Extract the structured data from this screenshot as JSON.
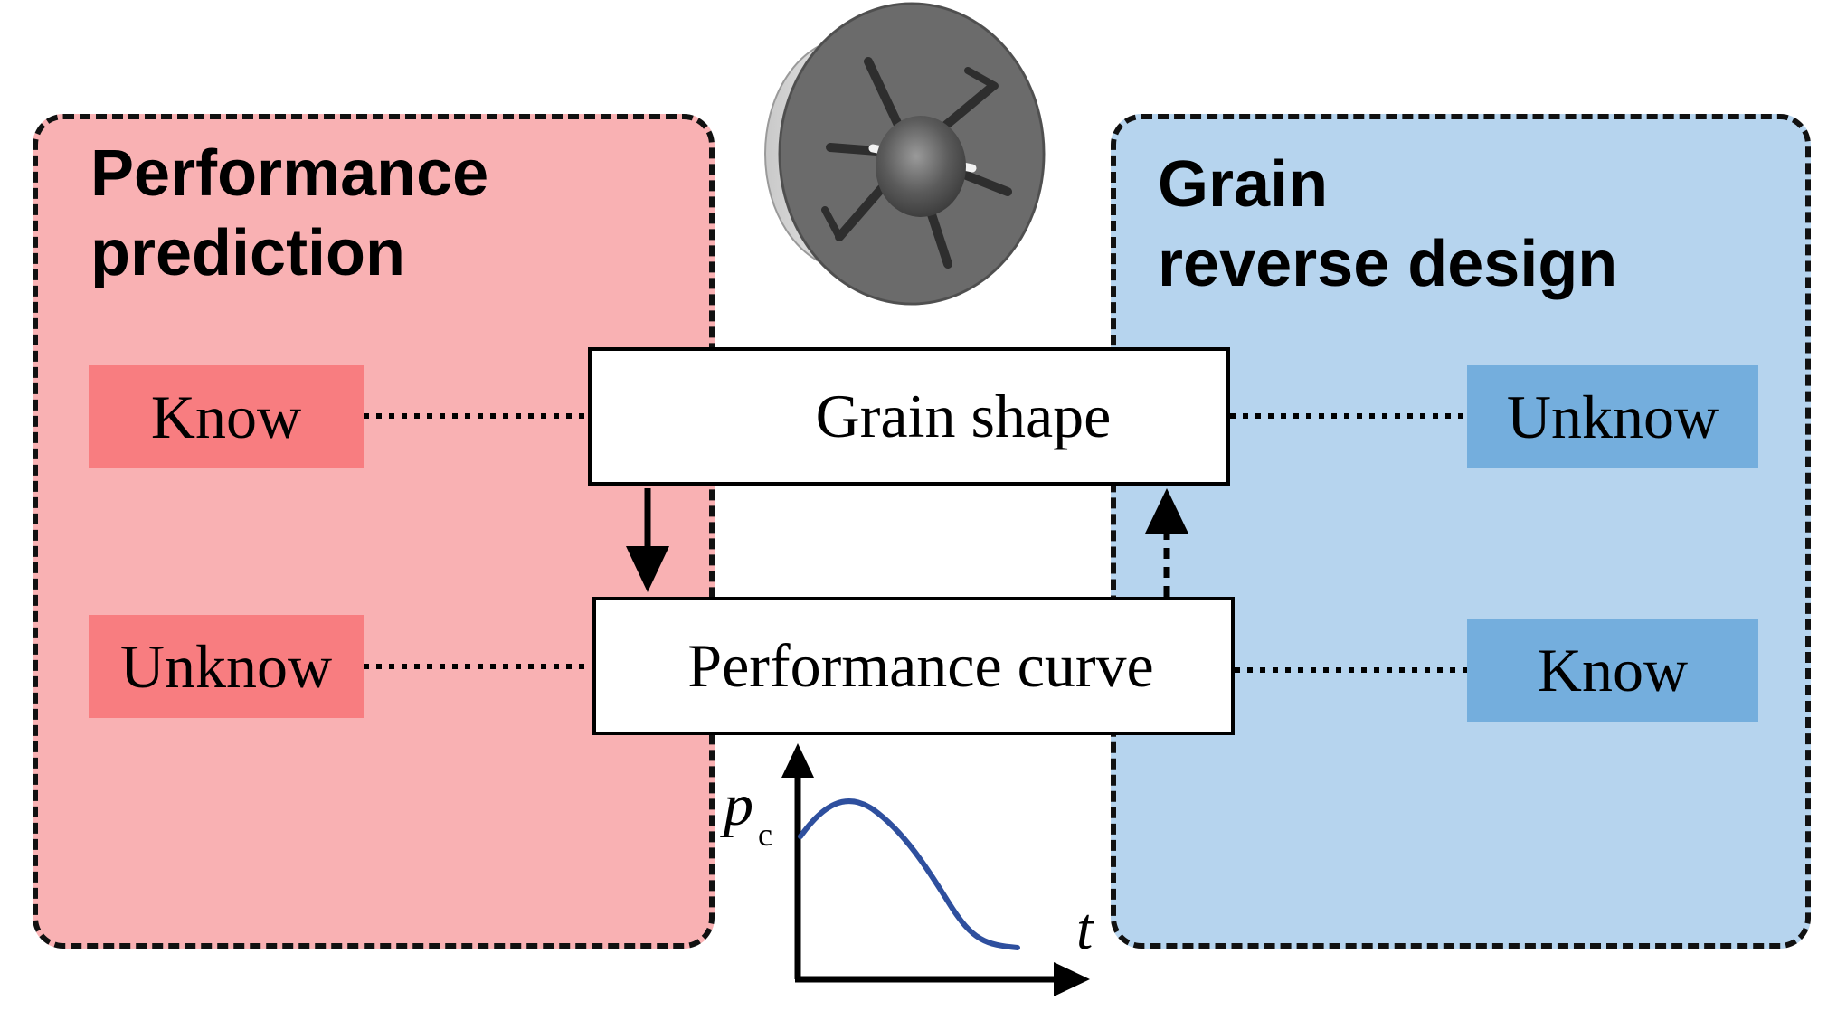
{
  "left_panel": {
    "title_line1": "Performance",
    "title_line2": "prediction",
    "top_tag": "Know",
    "bottom_tag": "Unknow",
    "color": "#f9b1b3",
    "tag_color": "#f87d80"
  },
  "right_panel": {
    "title_line1": "Grain",
    "title_line2": "reverse design",
    "top_tag": "Unknow",
    "bottom_tag": "Know",
    "color": "#b6d4ee",
    "tag_color": "#74aedd"
  },
  "center": {
    "top_box": "Grain shape",
    "bottom_box": "Performance curve"
  },
  "mini_chart": {
    "y_label": "p",
    "y_label_sub": "c",
    "x_label": "t",
    "curve_color": "#2e4f9e"
  },
  "icons": {
    "grain": "grain-3d-cylinder-icon",
    "down_arrow": "solid-down-arrow",
    "up_arrow": "dashed-up-arrow"
  }
}
